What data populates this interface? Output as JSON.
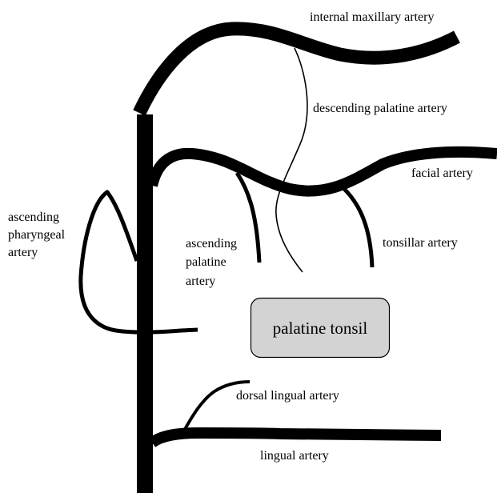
{
  "labels": {
    "internal_maxillary_artery": "internal maxillary artery",
    "descending_palatine_artery": "descending palatine artery",
    "facial_artery": "facial artery",
    "ascending_pharyngeal_artery": [
      "ascending",
      "pharyngeal",
      "artery"
    ],
    "ascending_palatine_artery": [
      "ascending",
      "palatine",
      "artery"
    ],
    "tonsillar_artery": "tonsillar artery",
    "palatine_tonsil": "palatine tonsil",
    "dorsal_lingual_artery": "dorsal lingual artery",
    "lingual_artery": "lingual artery"
  },
  "colors": {
    "vessel": "#000000",
    "tonsil_fill": "#d3d3d3",
    "tonsil_stroke": "#000000",
    "background": "#ffffff"
  }
}
